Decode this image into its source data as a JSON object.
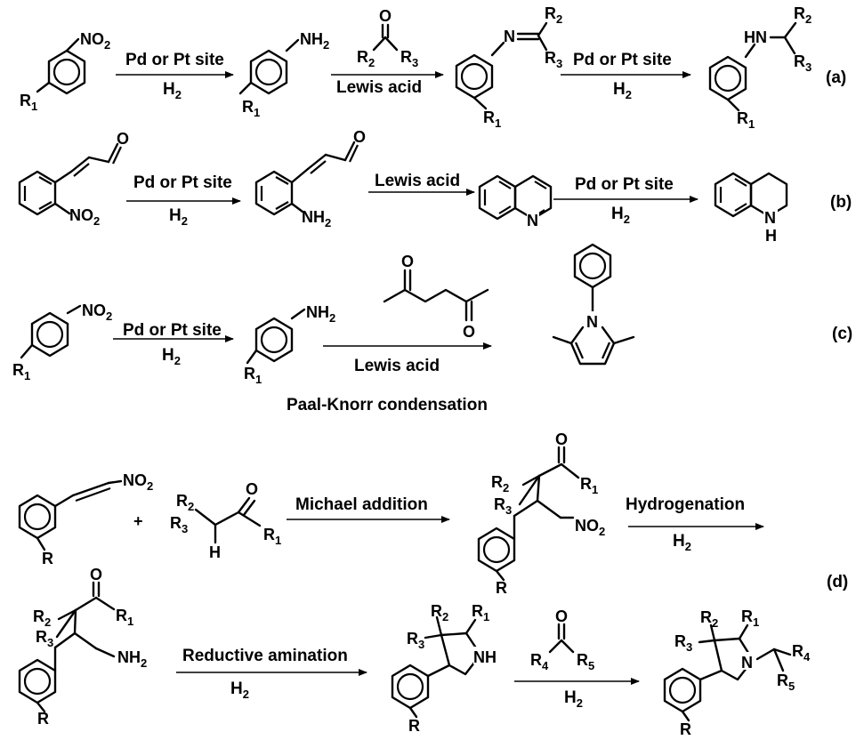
{
  "rows": [
    {
      "label": "(a)"
    },
    {
      "label": "(b)"
    },
    {
      "label": "(c)"
    },
    {
      "label": "(d)"
    }
  ],
  "conditions": {
    "pd_pt": "Pd or Pt site",
    "h2": "H",
    "h2_sub": "2",
    "lewis_acid": "Lewis acid",
    "paal_knorr": "Paal-Knorr condensation",
    "michael": "Michael addition",
    "hydrogenation": "Hydrogenation",
    "reductive_amination": "Reductive amination"
  },
  "atoms": {
    "N": "N",
    "O": "O",
    "H": "H",
    "NH": "NH",
    "HN": "HN",
    "R": "R",
    "O2": "O",
    "NO": "NO",
    "NH2": "NH",
    "two": "2",
    "one": "1",
    "three": "3",
    "four": "4",
    "five": "5"
  },
  "colors": {
    "ink": "#000000",
    "background": "#ffffff"
  }
}
